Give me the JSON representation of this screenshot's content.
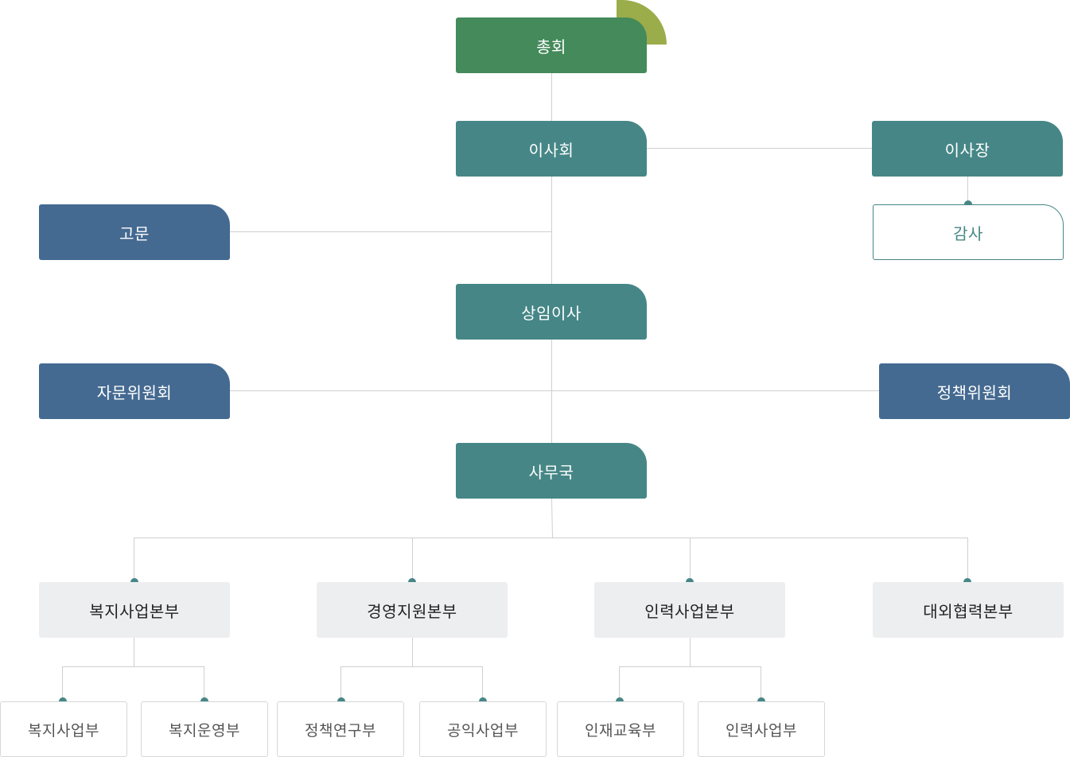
{
  "top": {
    "general_assembly": "총회"
  },
  "board": {
    "board": "이사회",
    "chairman": "이사장",
    "auditor": "감사",
    "advisor": "고문"
  },
  "executive": {
    "standing_director": "상임이사"
  },
  "committees": {
    "advisory": "자문위원회",
    "policy": "정책위원회"
  },
  "secretariat": "사무국",
  "divisions": [
    {
      "name": "복지사업본부",
      "teams": [
        "복지사업부",
        "복지운영부"
      ]
    },
    {
      "name": "경영지원본부",
      "teams": [
        "정책연구부",
        "공익사업부"
      ]
    },
    {
      "name": "인력사업본부",
      "teams": [
        "인재교육부",
        "인력사업부"
      ]
    },
    {
      "name": "대외협력본부",
      "teams": []
    }
  ],
  "colors": {
    "green": "#448a5a",
    "teal": "#468686",
    "blue": "#446a91",
    "olive_accent": "#9bac4a",
    "division_bg": "#edeef0",
    "line": "#cfcfcf"
  }
}
